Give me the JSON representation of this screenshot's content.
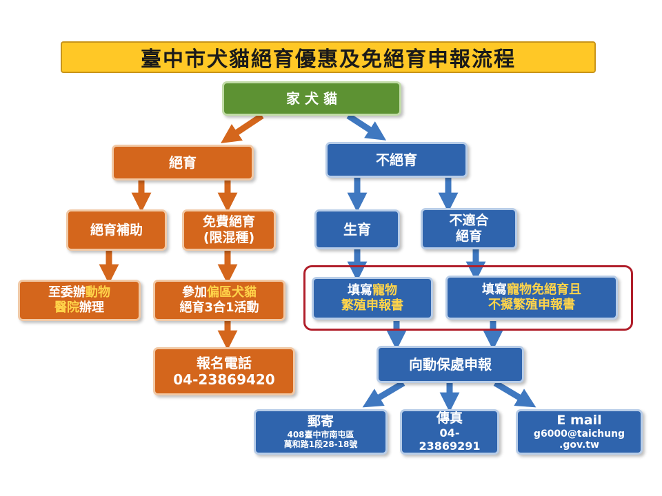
{
  "title": "臺中市犬貓絕育優惠及免絕育申報流程",
  "nodes": {
    "pets": "家 犬 貓",
    "neuter": "絕育",
    "no_neuter": "不絕育",
    "subsidy": "絕育補助",
    "free_line1": "免費絕育",
    "free_line2": "(限混種)",
    "breed": "生育",
    "unsuitable_line1": "不適合",
    "unsuitable_line2": "絕育",
    "clinic_a": "至委辦",
    "clinic_b": "動物",
    "clinic_c": "醫院",
    "clinic_d": "辦理",
    "event_a": "參加",
    "event_b": "偏區犬貓",
    "event_c": "絕育3合1活動",
    "breeding_a": "填寫",
    "breeding_b": "寵物",
    "breeding_c": "繁殖申報書",
    "exempt_a": "填寫",
    "exempt_b": "寵物免絕育且",
    "exempt_c": "不擬繁殖申報書",
    "register_label": "報名電話",
    "register_phone": "04-23869420",
    "report": "向動保處申報",
    "mail_title": "郵寄",
    "mail_line1": "408臺中市南屯區",
    "mail_line2": "萬和路1段28-18號",
    "fax_title": "傳真",
    "fax_line1": "04-",
    "fax_line2": "23869291",
    "email_title": "E mail",
    "email_line1": "g6000@taichung",
    "email_line2": ".gov.tw"
  },
  "colors": {
    "orange_path": "#d4661c",
    "blue_path": "#2f64ad",
    "start": "#5d9233",
    "highlight_text": "#ffd44a",
    "title_bg": "#ffc826",
    "frame": "#b01e2a"
  }
}
